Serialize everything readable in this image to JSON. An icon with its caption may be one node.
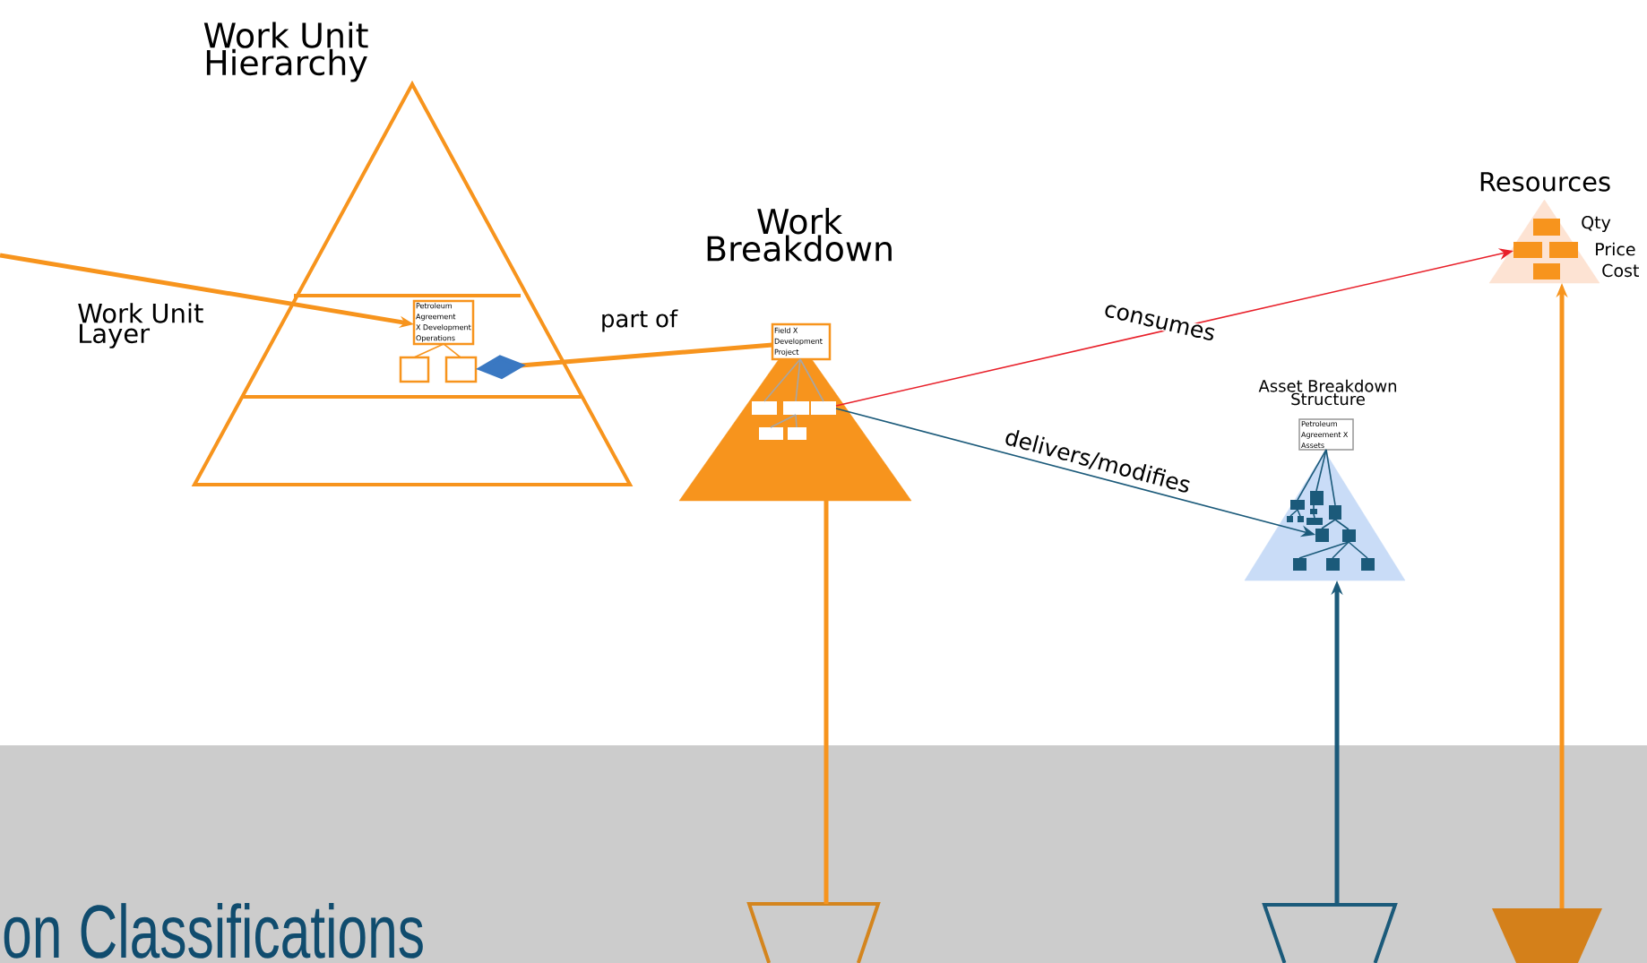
{
  "diagram": {
    "nodes": [
      {
        "text": [
          "Work Unit Hierarchy"
        ]
      },
      {
        "text": [],
        "shape": "band",
        "in": 0
      },
      {
        "text": [
          "Petroleum Agreement X Development Operations"
        ],
        "in": 1
      },
      {
        "text": [],
        "shape": "box",
        "in": 1
      },
      {
        "text": [],
        "shape": "box",
        "in": 1
      },
      {
        "text": [
          "Work Breakdown"
        ]
      },
      {
        "text": [
          "Field X Development Project"
        ],
        "in": 5
      },
      {
        "text": [],
        "shape": "box",
        "in": 5
      },
      {
        "text": [],
        "shape": "box",
        "in": 5
      },
      {
        "text": [],
        "shape": "box",
        "in": 5
      },
      {
        "text": [],
        "shape": "box",
        "in": 5
      },
      {
        "text": [],
        "shape": "box",
        "in": 5
      },
      {
        "text": [
          "Asset Breakdown Structure"
        ]
      },
      {
        "text": [
          "Petroleum Agreement X Assets"
        ]
      },
      {
        "text": [],
        "shape": "box",
        "in": 12
      },
      {
        "text": [
          "Resources"
        ],
        "beside": [
          "Qty",
          "Price",
          "Cost"
        ]
      },
      {
        "text": [],
        "shape": "box",
        "in": 15
      },
      {
        "text": [],
        "shape": "box",
        "in": 15
      },
      {
        "text": [],
        "shape": "box",
        "in": 15
      },
      {
        "text": [],
        "shape": "box",
        "in": 15
      },
      {
        "text": [],
        "shape": "triangle"
      },
      {
        "text": [],
        "shape": "triangle"
      },
      {
        "text": [],
        "shape": "triangle"
      },
      {
        "text": [],
        "shape": "box",
        "in": 12
      },
      {
        "text": [],
        "shape": "box",
        "in": 12
      },
      {
        "text": [],
        "shape": "box",
        "in": 12
      },
      {
        "text": [],
        "shape": "box",
        "in": 12
      },
      {
        "text": [],
        "shape": "box",
        "in": 12
      },
      {
        "text": [],
        "shape": "box",
        "in": 12
      },
      {
        "text": [],
        "shape": "box",
        "in": 12
      },
      {
        "text": [],
        "shape": "box",
        "in": 12
      },
      {
        "text": [],
        "shape": "box",
        "in": 12
      },
      {
        "text": [],
        "shape": "box",
        "in": 12
      },
      {
        "text": [],
        "shape": "box",
        "in": 12
      }
    ],
    "edges": [
      {
        "from": null,
        "to": 2,
        "arrow": "to",
        "style": "thick",
        "color": "#f7941d"
      },
      {
        "from": 4,
        "to": 6,
        "arrow": "other",
        "style": "thick",
        "color": "#f7941d",
        "label": "part of"
      },
      {
        "from": 2,
        "to": 3,
        "arrow": "none",
        "color": "#f7941d"
      },
      {
        "from": 2,
        "to": 4,
        "arrow": "none",
        "color": "#f7941d"
      },
      {
        "from": 6,
        "to": 7,
        "arrow": "none",
        "color": "#a6a6a6"
      },
      {
        "from": 6,
        "to": 8,
        "arrow": "none",
        "color": "#a6a6a6"
      },
      {
        "from": 6,
        "to": 9,
        "arrow": "none",
        "color": "#a6a6a6"
      },
      {
        "from": 8,
        "to": 10,
        "arrow": "none",
        "color": "#a6a6a6"
      },
      {
        "from": 8,
        "to": 11,
        "arrow": "none",
        "color": "#a6a6a6"
      },
      {
        "from": 9,
        "to": 17,
        "arrow": "to",
        "color": "#e8202a",
        "label": "consumes"
      },
      {
        "from": 9,
        "to": 14,
        "arrow": "to",
        "label": "delivers/modifies"
      },
      {
        "from": 5,
        "to": 20,
        "arrow": "none",
        "style": "thick",
        "color": "#f7941d"
      },
      {
        "from": 21,
        "to": 12,
        "arrow": "to",
        "style": "thick"
      },
      {
        "from": 22,
        "to": 15,
        "arrow": "to",
        "style": "thick",
        "color": "#f7941d"
      },
      {
        "from": 13,
        "to": 23,
        "arrow": "none"
      },
      {
        "from": 13,
        "to": 24,
        "arrow": "none"
      },
      {
        "from": 13,
        "to": 25,
        "arrow": "none"
      },
      {
        "from": 23,
        "to": 30,
        "arrow": "none"
      },
      {
        "from": 23,
        "to": 31,
        "arrow": "none"
      },
      {
        "from": 24,
        "to": 32,
        "arrow": "none"
      },
      {
        "from": 32,
        "to": 33,
        "arrow": "none"
      },
      {
        "from": 25,
        "to": 14,
        "arrow": "none"
      },
      {
        "from": 25,
        "to": 26,
        "arrow": "none"
      },
      {
        "from": 26,
        "to": 27,
        "arrow": "none"
      },
      {
        "from": 26,
        "to": 28,
        "arrow": "none"
      },
      {
        "from": 26,
        "to": 29,
        "arrow": "none"
      }
    ],
    "labels": [
      "Work Unit Layer",
      "on Classifications"
    ]
  }
}
